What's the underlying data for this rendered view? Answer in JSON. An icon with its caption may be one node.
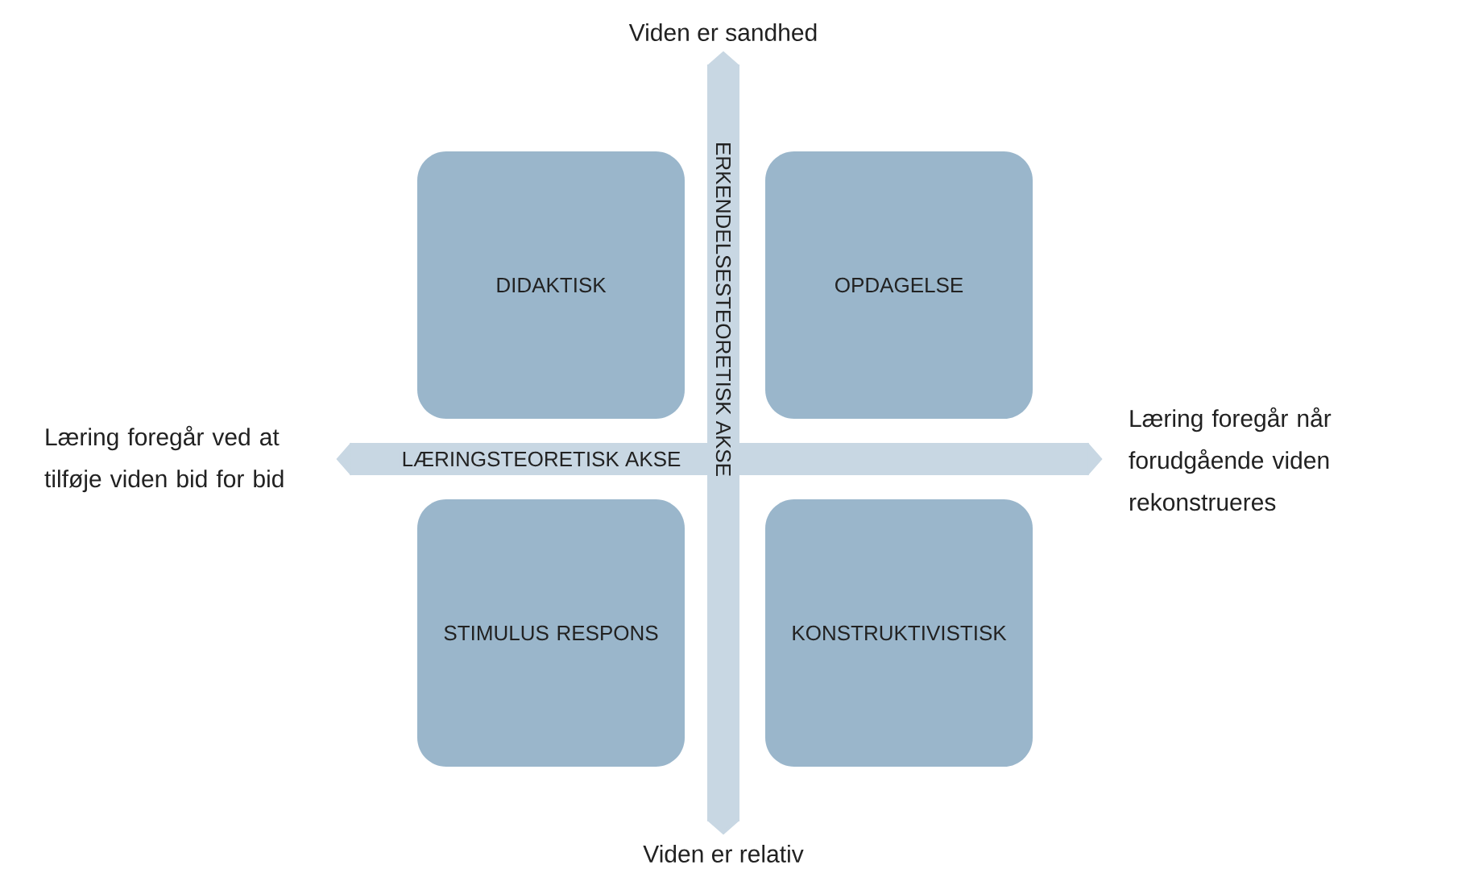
{
  "diagram": {
    "nodes": [
      {
        "text": [
          "Viden er sandhed"
        ]
      },
      {
        "text": [
          "DIDAKTISK"
        ]
      },
      {
        "text": [
          "OPDAGELSE"
        ]
      },
      {
        "text": [
          "Læring foregår ved at tilføje viden bid for bid"
        ]
      },
      {
        "text": [
          "Læring foregår når forudgående viden rekonstrueres"
        ]
      },
      {
        "text": [
          "STIMULUS RESPONS"
        ]
      },
      {
        "text": [
          "KONSTRUKTIVISTISK"
        ]
      },
      {
        "text": [
          "Viden er relativ"
        ]
      }
    ],
    "edges": [
      {
        "from": 0,
        "to": 7,
        "arrow": "both",
        "label": "ERKENDELSESTEORETISK AKSE"
      },
      {
        "from": 3,
        "to": 4,
        "arrow": "both",
        "label": "LÆRINGSTEORETISK AKSE"
      }
    ]
  }
}
